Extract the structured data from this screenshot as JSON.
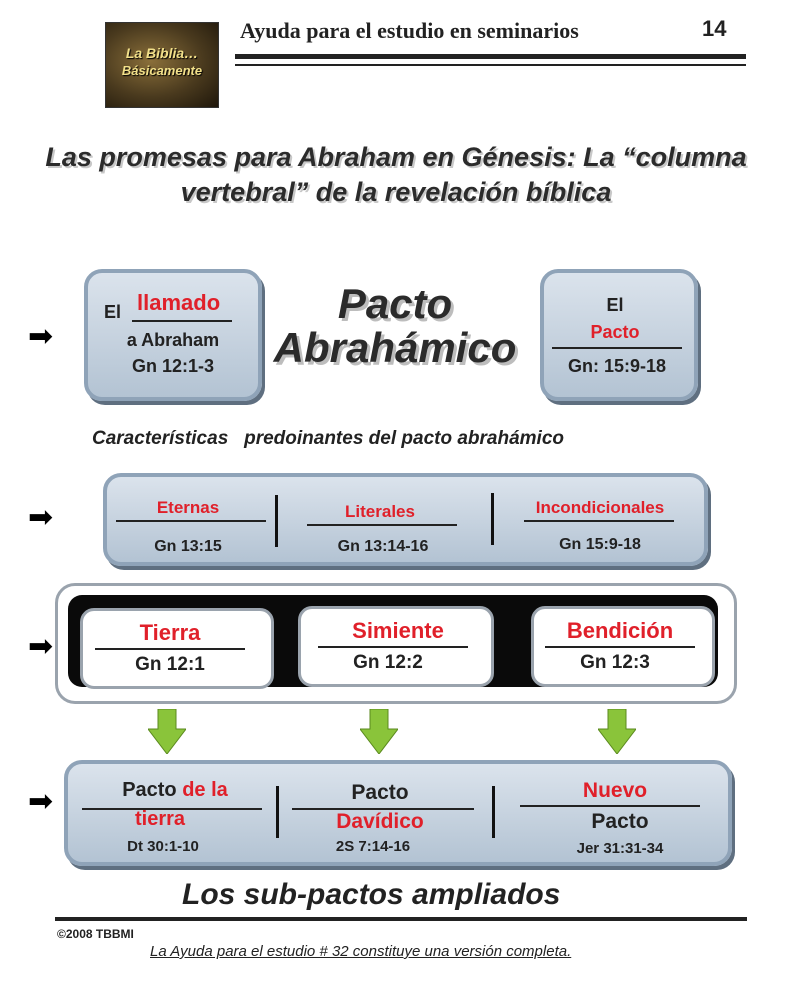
{
  "header": {
    "title": "Ayuda para el estudio en seminarios",
    "page_number": "14",
    "logo_line1": "La Biblia…",
    "logo_line2": "Básicamente"
  },
  "main_title": "Las promesas para Abraham en Génesis: La “columna vertebral” de la revelación bíblica",
  "pacto": {
    "title_line1": "Pacto",
    "title_line2": "Abrahámico",
    "left_box": {
      "el": "El",
      "keyword": "llamado",
      "line2": "a Abraham",
      "ref": "Gn 12:1-3"
    },
    "right_box": {
      "el": "El",
      "keyword": "Pacto",
      "ref": "Gn: 15:9-18"
    }
  },
  "characteristics": {
    "title": "Características   predoinantes del pacto abrahámico",
    "items": [
      {
        "label": "Eternas",
        "ref": "Gn 13:15"
      },
      {
        "label": "Literales",
        "ref": "Gn 13:14-16"
      },
      {
        "label": "Incondicionales",
        "ref": "Gn 15:9-18"
      }
    ]
  },
  "promises": [
    {
      "label": "Tierra",
      "ref": "Gn 12:1"
    },
    {
      "label": "Simiente",
      "ref": "Gn 12:2"
    },
    {
      "label": "Bendición",
      "ref": "Gn 12:3"
    }
  ],
  "subpacts": {
    "a_black": "Pacto ",
    "a_red": "de la",
    "a_red2": "tierra",
    "a_ref": "Dt 30:1-10",
    "b_black": "Pacto",
    "b_red": "Davídico",
    "b_ref": "2S 7:14-16",
    "c_red": "Nuevo",
    "c_black": "Pacto",
    "c_ref": "Jer 31:31-34"
  },
  "subtitle": "Los sub-pactos ampliados",
  "copyright": "©2008 TBBMI",
  "footer_note": "La Ayuda para el estudio # 32 constituye una versión completa.",
  "colors": {
    "accent_red": "#e0202a",
    "panel_border": "#8fa3b8",
    "arrow_green": "#8ac43a"
  },
  "icons": [
    "right-arrow-icon",
    "down-arrow-icon"
  ]
}
